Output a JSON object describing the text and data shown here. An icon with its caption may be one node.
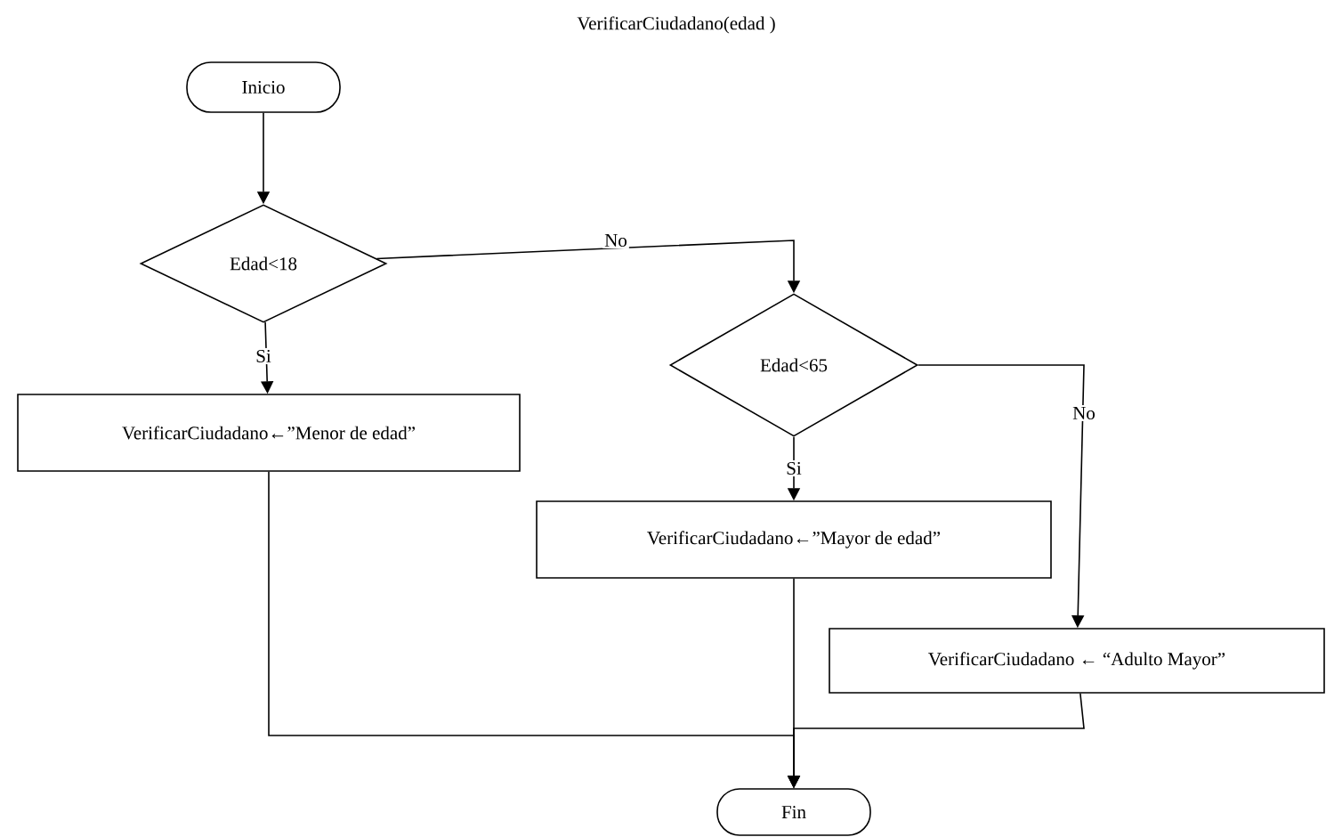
{
  "diagram": {
    "title": "VerificarCiudadano(edad )",
    "nodes": [
      {
        "text": [
          "Inicio"
        ]
      },
      {
        "text": [
          "Edad<18"
        ]
      },
      {
        "text": [
          "VerificarCiudadano←”Menor de edad”"
        ]
      },
      {
        "text": [
          "Edad<65"
        ]
      },
      {
        "text": [
          "VerificarCiudadano←”Mayor de edad”"
        ]
      },
      {
        "text": [
          "VerificarCiudadano ← “Adulto Mayor”"
        ]
      },
      {
        "text": [
          "Fin"
        ]
      }
    ],
    "edges": [
      {
        "from": 0,
        "to": 1,
        "arrow": "to"
      },
      {
        "from": 1,
        "to": 2,
        "arrow": "to",
        "label": "Si"
      },
      {
        "from": 1,
        "to": 3,
        "arrow": "to",
        "label": "No"
      },
      {
        "from": 3,
        "to": 4,
        "arrow": "to",
        "label": "Si"
      },
      {
        "from": 3,
        "to": 5,
        "arrow": "to",
        "label": "No"
      },
      {
        "from": 2,
        "to": 6,
        "arrow": "to"
      },
      {
        "from": 4,
        "to": 6,
        "arrow": "to"
      },
      {
        "from": 5,
        "to": 6,
        "arrow": "to"
      }
    ]
  }
}
